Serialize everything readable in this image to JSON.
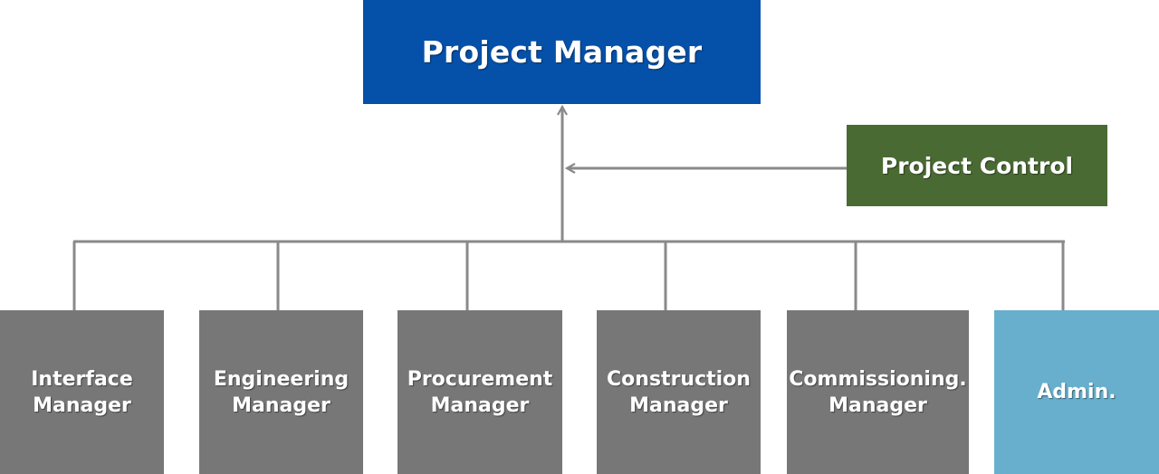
{
  "colors": {
    "top": "#0550a8",
    "control": "#4a6a33",
    "manager": "#777777",
    "admin": "#67afcc",
    "connector": "#8a8a8a",
    "background": "#ffffff"
  },
  "top": {
    "label": "Project Manager"
  },
  "control": {
    "label": "Project  Control"
  },
  "managers": [
    {
      "label": "Interface\nManager"
    },
    {
      "label": "Engineering\nManager"
    },
    {
      "label": "Procurement\nManager"
    },
    {
      "label": "Construction\nManager"
    },
    {
      "label": "Commissioning.\nManager"
    },
    {
      "label": "Admin."
    }
  ]
}
